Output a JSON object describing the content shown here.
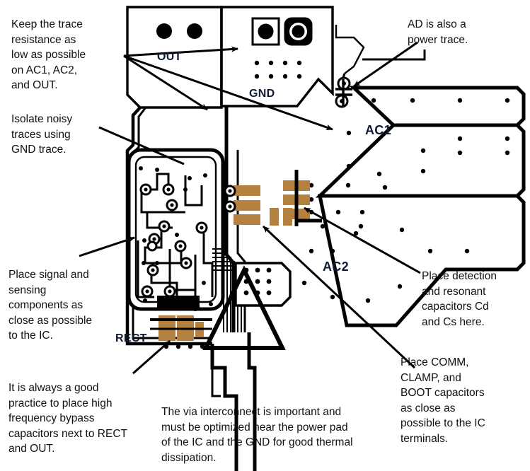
{
  "figure": {
    "kind": "pcb-layout-guidelines",
    "colors": {
      "copper_pad": "#b5813f",
      "trace_outline": "#000000",
      "board_background": "#ffffff",
      "label_text": "#101a33",
      "note_text": "#111111"
    }
  },
  "notes": [
    {
      "id": "trace-resistance",
      "text": "Keep the trace\nresistance as\nlow as possible\non AC1, AC2,\nand OUT."
    },
    {
      "id": "isolate-noisy",
      "text": "Isolate noisy\ntraces using\nGND trace."
    },
    {
      "id": "ad-power-trace",
      "text": "AD is also a\npower trace."
    },
    {
      "id": "signal-sensing",
      "text": "Place signal and\nsensing\ncomponents as\nclose as possible\nto the IC."
    },
    {
      "id": "bypass-caps",
      "text": "It is always a good\npractice to place high\nfrequency bypass\ncapacitors next to RECT\nand OUT."
    },
    {
      "id": "detection-resonant",
      "text": "Place detection\nand resonant\ncapacitors Cd\nand Cs here."
    },
    {
      "id": "comm-clamp-boot",
      "text": "Place COMM,\nCLAMP, and\nBOOT capacitors\nas close as\npossible to the IC\nterminals."
    },
    {
      "id": "via-interconnect",
      "text": "The via interconnect is important and\nmust be optimized near the power pad\nof the IC and the GND for good thermal\ndissipation."
    }
  ],
  "pcb_labels": [
    {
      "id": "out",
      "text": "OUT"
    },
    {
      "id": "gnd",
      "text": "GND"
    },
    {
      "id": "ac1",
      "text": "AC1"
    },
    {
      "id": "ac2",
      "text": "AC2"
    },
    {
      "id": "rect",
      "text": "RECT"
    }
  ]
}
